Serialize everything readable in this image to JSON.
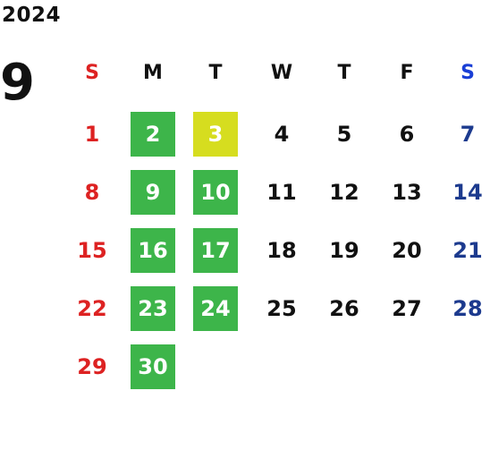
{
  "year": "2024",
  "month": "9",
  "weekdays": [
    "S",
    "M",
    "T",
    "W",
    "T",
    "F",
    "S"
  ],
  "weeks": [
    [
      "",
      "",
      "",
      "",
      "",
      "",
      ""
    ],
    [
      "1",
      "2",
      "3",
      "4",
      "5",
      "6",
      "7"
    ],
    [
      "8",
      "9",
      "10",
      "11",
      "12",
      "13",
      "14"
    ],
    [
      "15",
      "16",
      "17",
      "18",
      "19",
      "20",
      "21"
    ],
    [
      "22",
      "23",
      "24",
      "25",
      "26",
      "27",
      "28"
    ],
    [
      "29",
      "30",
      "",
      "",
      "",
      "",
      ""
    ]
  ],
  "colors": {
    "sunday": "#dd2222",
    "saturday_header": "#1a3fd6",
    "saturday": "#1c3a8e",
    "highlight_green": "#3db54a",
    "highlight_yellow": "#d6dd1f"
  }
}
